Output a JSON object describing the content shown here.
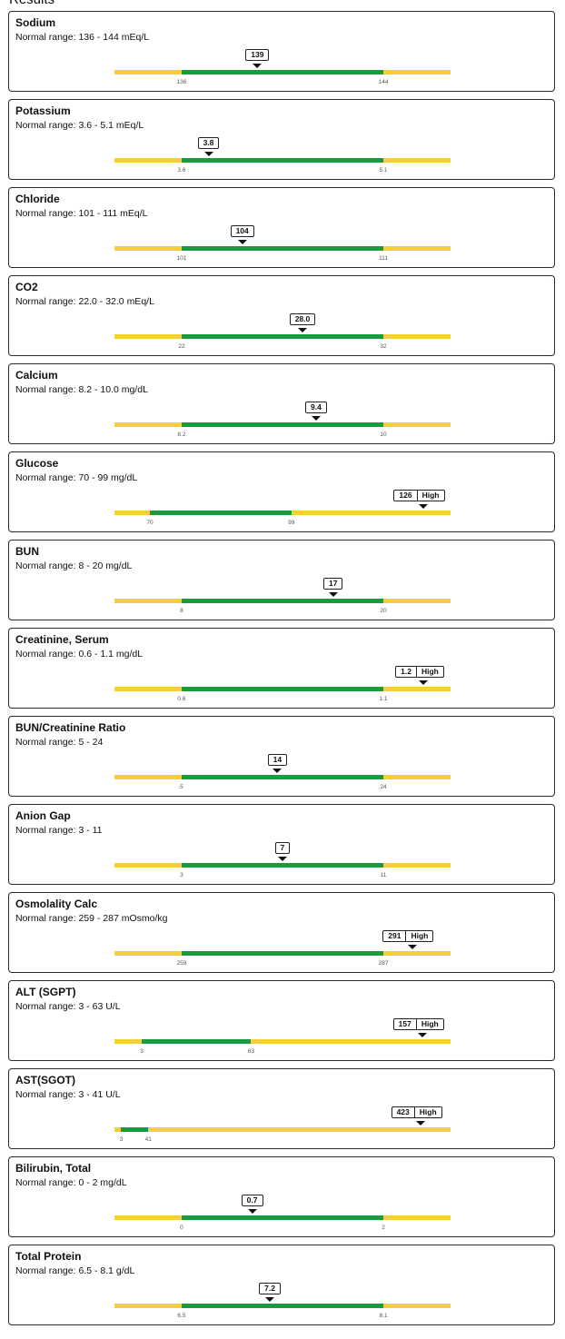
{
  "page": {
    "heading": "Results"
  },
  "colors": {
    "normal": "#1a9c3e",
    "out_of_range": "#f4cf3b",
    "marker": "#111111"
  },
  "results": [
    {
      "name": "Sodium",
      "range_text": "Normal range: 136 - 144 mEq/L",
      "value": "139",
      "flag": "",
      "low": 136,
      "high": 144,
      "low_label": "136",
      "high_label": "144"
    },
    {
      "name": "Potassium",
      "range_text": "Normal range: 3.6 - 5.1 mEq/L",
      "value": "3.8",
      "flag": "",
      "low": 3.6,
      "high": 5.1,
      "low_label": "3.6",
      "high_label": "5.1"
    },
    {
      "name": "Chloride",
      "range_text": "Normal range: 101 - 111 mEq/L",
      "value": "104",
      "flag": "",
      "low": 101,
      "high": 111,
      "low_label": "101",
      "high_label": "111"
    },
    {
      "name": "CO2",
      "range_text": "Normal range: 22.0 - 32.0 mEq/L",
      "value": "28.0",
      "flag": "",
      "low": 22,
      "high": 32,
      "low_label": "22",
      "high_label": "32"
    },
    {
      "name": "Calcium",
      "range_text": "Normal range: 8.2 - 10.0 mg/dL",
      "value": "9.4",
      "flag": "",
      "low": 8.2,
      "high": 10,
      "low_label": "8.2",
      "high_label": "10"
    },
    {
      "name": "Glucose",
      "range_text": "Normal range: 70 - 99 mg/dL",
      "value": "126",
      "flag": "High",
      "low": 70,
      "high": 99,
      "low_label": "70",
      "high_label": "99"
    },
    {
      "name": "BUN",
      "range_text": "Normal range: 8 - 20 mg/dL",
      "value": "17",
      "flag": "",
      "low": 8,
      "high": 20,
      "low_label": "8",
      "high_label": "20"
    },
    {
      "name": "Creatinine, Serum",
      "range_text": "Normal range: 0.6 - 1.1 mg/dL",
      "value": "1.2",
      "flag": "High",
      "low": 0.6,
      "high": 1.1,
      "low_label": "0.6",
      "high_label": "1.1"
    },
    {
      "name": "BUN/Creatinine Ratio",
      "range_text": "Normal range: 5 - 24",
      "value": "14",
      "flag": "",
      "low": 5,
      "high": 24,
      "low_label": "5",
      "high_label": "24"
    },
    {
      "name": "Anion Gap",
      "range_text": "Normal range: 3 - 11",
      "value": "7",
      "flag": "",
      "low": 3,
      "high": 11,
      "low_label": "3",
      "high_label": "11"
    },
    {
      "name": "Osmolality Calc",
      "range_text": "Normal range: 259 - 287 mOsmo/kg",
      "value": "291",
      "flag": "High",
      "low": 259,
      "high": 287,
      "low_label": "259",
      "high_label": "287"
    },
    {
      "name": "ALT (SGPT)",
      "range_text": "Normal range: 3 - 63 U/L",
      "value": "157",
      "flag": "High",
      "low": 3,
      "high": 63,
      "low_label": "3",
      "high_label": "63"
    },
    {
      "name": "AST(SGOT)",
      "range_text": "Normal range: 3 - 41 U/L",
      "value": "423",
      "flag": "High",
      "low": 3,
      "high": 41,
      "low_label": "3",
      "high_label": "41"
    },
    {
      "name": "Bilirubin, Total",
      "range_text": "Normal range: 0 - 2 mg/dL",
      "value": "0.7",
      "flag": "",
      "low": 0,
      "high": 2,
      "low_label": "0",
      "high_label": "2"
    },
    {
      "name": "Total Protein",
      "range_text": "Normal range: 6.5 - 8.1 g/dL",
      "value": "7.2",
      "flag": "",
      "low": 6.5,
      "high": 8.1,
      "low_label": "6.5",
      "high_label": "8.1"
    }
  ]
}
